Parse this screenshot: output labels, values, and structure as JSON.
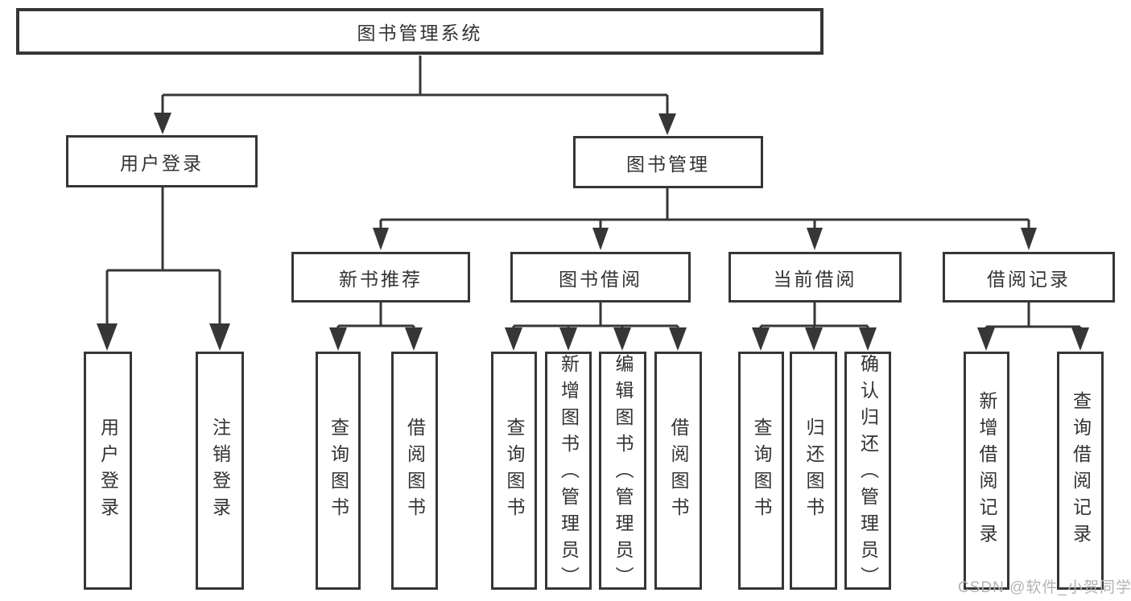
{
  "colors": {
    "line": "#363636",
    "text": "#333333",
    "box_fill": "#ffffff",
    "watermark": "#b3b3b3"
  },
  "tree": {
    "root": {
      "label": "图书管理系统"
    },
    "branches": [
      {
        "label": "用户登录",
        "children": [
          {
            "label": "用户登录"
          },
          {
            "label": "注销登录"
          }
        ]
      },
      {
        "label": "图书管理",
        "children": [
          {
            "label": "新书推荐",
            "children": [
              {
                "label": "查询图书"
              },
              {
                "label": "借阅图书"
              }
            ]
          },
          {
            "label": "图书借阅",
            "children": [
              {
                "label": "查询图书"
              },
              {
                "label": "新增图书（管理员）"
              },
              {
                "label": "编辑图书（管理员）"
              },
              {
                "label": "借阅图书"
              }
            ]
          },
          {
            "label": "当前借阅",
            "children": [
              {
                "label": "查询图书"
              },
              {
                "label": "归还图书"
              },
              {
                "label": "确认归还（管理员）"
              }
            ]
          },
          {
            "label": "借阅记录",
            "children": [
              {
                "label": "新增借阅记录"
              },
              {
                "label": "查询借阅记录"
              }
            ]
          }
        ]
      }
    ]
  },
  "watermark": {
    "text": "CSDN @软件_小贺同学"
  }
}
